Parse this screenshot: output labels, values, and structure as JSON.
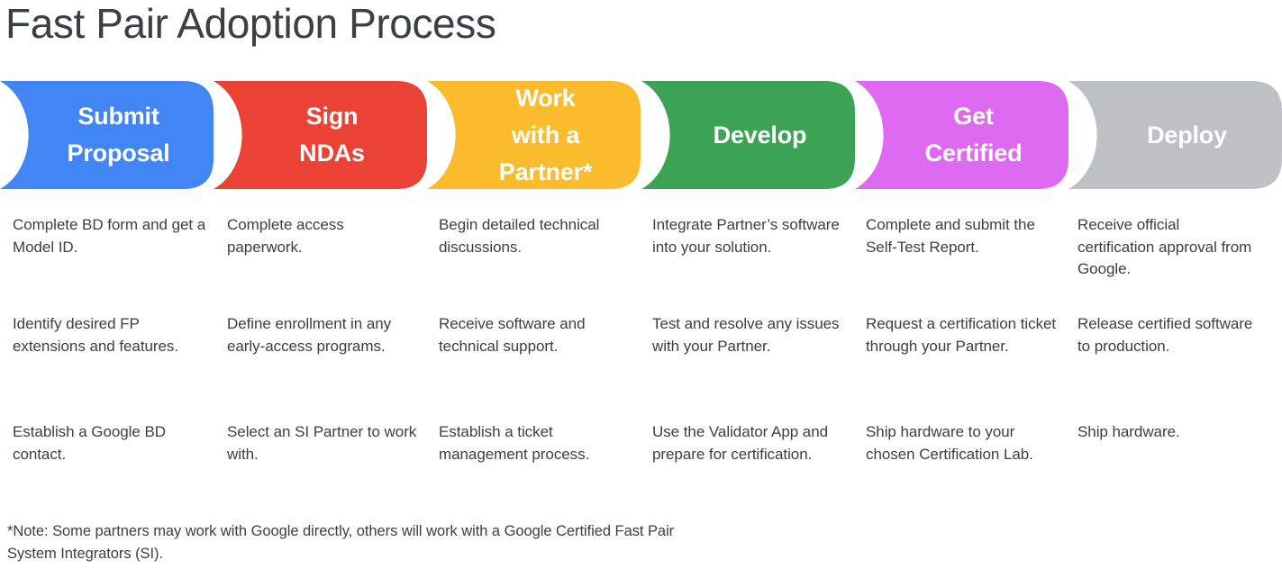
{
  "page": {
    "title": "Fast Pair Adoption Process",
    "title_color": "#3c4043",
    "background": "#ffffff"
  },
  "stages": [
    {
      "id": "submit-proposal",
      "label": "Submit\nProposal",
      "color": "#4285f4",
      "label_color": "#ffffff",
      "items": [
        "Complete BD form and get a Model ID.",
        "Identify desired FP extensions and features.",
        "Establish a Google BD contact."
      ]
    },
    {
      "id": "sign-ndas",
      "label": "Sign\nNDAs",
      "color": "#ea4335",
      "label_color": "#ffffff",
      "items": [
        "Complete access paperwork.",
        "Define enrollment in any early-access programs.",
        "Select an SI Partner to work with."
      ]
    },
    {
      "id": "work-with-a-partner",
      "label": "Work\nwith a\nPartner*",
      "color": "#fabb2d",
      "label_color": "#ffffff",
      "items": [
        "Begin detailed technical discussions.",
        "Receive software and technical support.",
        "Establish a ticket management process."
      ]
    },
    {
      "id": "develop",
      "label": "Develop",
      "color": "#3da354",
      "label_color": "#ffffff",
      "items": [
        "Integrate Partner’s software into your solution.",
        "Test and resolve any issues with your Partner.",
        "Use the Validator App and prepare for certification."
      ]
    },
    {
      "id": "get-certified",
      "label": "Get\nCertified",
      "color": "#dd6af0",
      "label_color": "#ffffff",
      "items": [
        "Complete and submit the Self-Test Report.",
        "Request a certification ticket through your Partner.",
        "Ship hardware to your chosen Certification Lab."
      ]
    },
    {
      "id": "deploy",
      "label": "Deploy",
      "color": "#bdc1c6",
      "label_color": "#ffffff",
      "items": [
        "Receive official certification approval from Google.",
        "Release certified software to production.",
        "Ship hardware."
      ]
    }
  ],
  "footnote": "*Note: Some partners may work with Google directly, others will work with a Google Certified Fast Pair System Integrators (SI)."
}
